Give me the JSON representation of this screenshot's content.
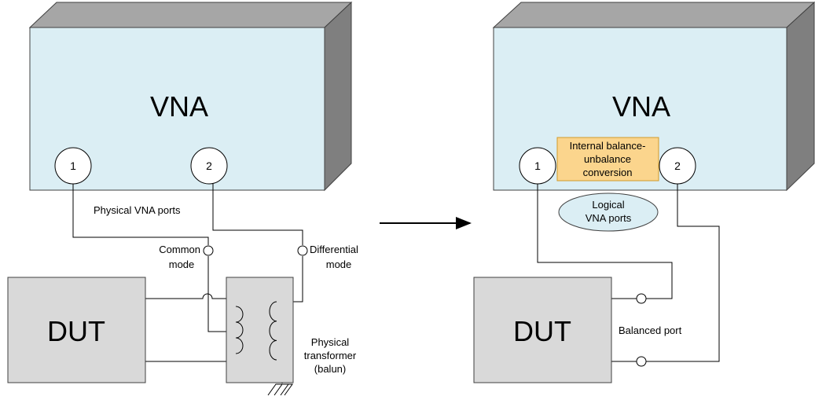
{
  "left": {
    "vna_label": "VNA",
    "port1": "1",
    "port2": "2",
    "physical_ports_label": "Physical VNA ports",
    "common_mode_line1": "Common",
    "common_mode_line2": "mode",
    "differential_mode_line1": "Differential",
    "differential_mode_line2": "mode",
    "dut_label": "DUT",
    "transformer_line1": "Physical",
    "transformer_line2": "transformer",
    "transformer_line3": "(balun)"
  },
  "right": {
    "vna_label": "VNA",
    "port1": "1",
    "port2": "2",
    "conversion_line1": "Internal balance-",
    "conversion_line2": "unbalance",
    "conversion_line3": "conversion",
    "logical_ports_line1": "Logical",
    "logical_ports_line2": "VNA ports",
    "dut_label": "DUT",
    "balanced_port_label": "Balanced port"
  },
  "colors": {
    "vna_front": "#dbeef4",
    "vna_side": "#7f7f7f",
    "vna_top": "#a6a6a6",
    "dut_fill": "#d9d9d9",
    "conversion_fill": "#fbd58d",
    "conversion_border": "#d09a2a",
    "logical_ports_fill": "#dbeef4"
  }
}
